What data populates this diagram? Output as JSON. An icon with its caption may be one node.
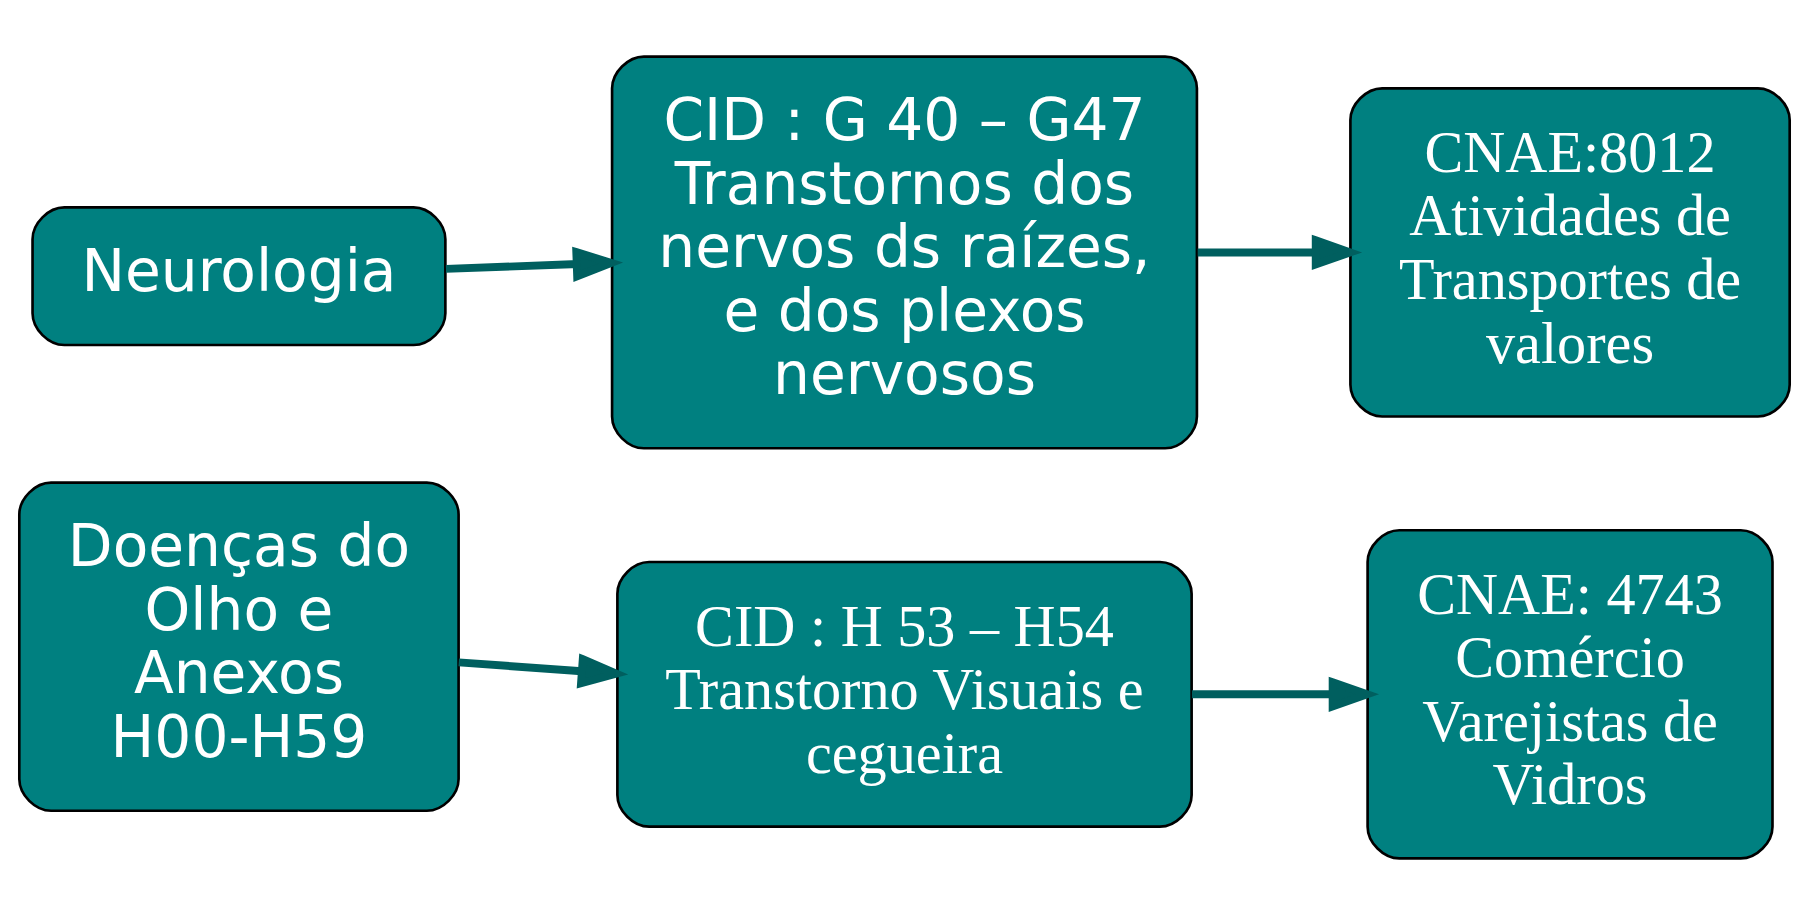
{
  "diagram": {
    "nodes": [
      {
        "text": [
          "Neurologia"
        ]
      },
      {
        "text": [
          "CID : G 40 – G47",
          "Transtornos dos nervos ds raízes, e dos plexos nervosos"
        ]
      },
      {
        "text": [
          "CNAE:8012",
          "Atividades de Transportes de valores"
        ]
      },
      {
        "text": [
          "Doenças do Olho e Anexos H00-H59"
        ]
      },
      {
        "text": [
          "CID : H 53 – H54",
          "Transtorno Visuais e cegueira"
        ]
      },
      {
        "text": [
          "CNAE: 4743",
          "Comércio Varejistas de Vidros"
        ]
      }
    ],
    "edges": [
      {
        "from": 0,
        "to": 1,
        "arrow": "to"
      },
      {
        "from": 1,
        "to": 2,
        "arrow": "to"
      },
      {
        "from": 3,
        "to": 4,
        "arrow": "to"
      },
      {
        "from": 4,
        "to": 5,
        "arrow": "to"
      }
    ]
  }
}
